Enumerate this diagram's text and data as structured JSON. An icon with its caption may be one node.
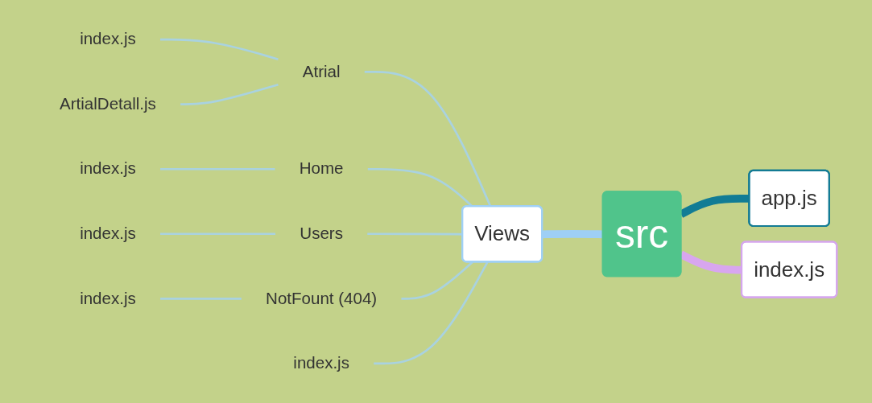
{
  "diagram": {
    "nodes": [
      {
        "text": [
          "src"
        ]
      },
      {
        "text": [
          "app.js"
        ]
      },
      {
        "text": [
          "index.js"
        ]
      },
      {
        "text": [
          "Views"
        ]
      },
      {
        "text": [
          "Atrial"
        ]
      },
      {
        "text": [
          "index.js"
        ]
      },
      {
        "text": [
          "ArtialDetall.js"
        ]
      },
      {
        "text": [
          "Home"
        ]
      },
      {
        "text": [
          "index.js"
        ]
      },
      {
        "text": [
          "Users"
        ]
      },
      {
        "text": [
          "index.js"
        ]
      },
      {
        "text": [
          "NotFount (404)"
        ]
      },
      {
        "text": [
          "index.js"
        ]
      },
      {
        "text": [
          "index.js"
        ]
      }
    ],
    "edges": [
      {
        "from": 1,
        "to": 0,
        "arrow": "none",
        "style": "thick",
        "color": "#117c95"
      },
      {
        "from": 2,
        "to": 0,
        "arrow": "none",
        "style": "thick",
        "color": "#d8a6ef"
      },
      {
        "from": 0,
        "to": 3,
        "arrow": "none",
        "style": "thick",
        "color": "#9ecff5"
      },
      {
        "from": 3,
        "to": 4,
        "arrow": "none"
      },
      {
        "from": 3,
        "to": 7,
        "arrow": "none"
      },
      {
        "from": 3,
        "to": 9,
        "arrow": "none"
      },
      {
        "from": 3,
        "to": 11,
        "arrow": "none"
      },
      {
        "from": 3,
        "to": 13,
        "arrow": "none"
      },
      {
        "from": 4,
        "to": 5,
        "arrow": "none"
      },
      {
        "from": 4,
        "to": 6,
        "arrow": "none"
      },
      {
        "from": 7,
        "to": 8,
        "arrow": "none"
      },
      {
        "from": 9,
        "to": 10,
        "arrow": "none"
      },
      {
        "from": 11,
        "to": 12,
        "arrow": "none"
      }
    ]
  }
}
